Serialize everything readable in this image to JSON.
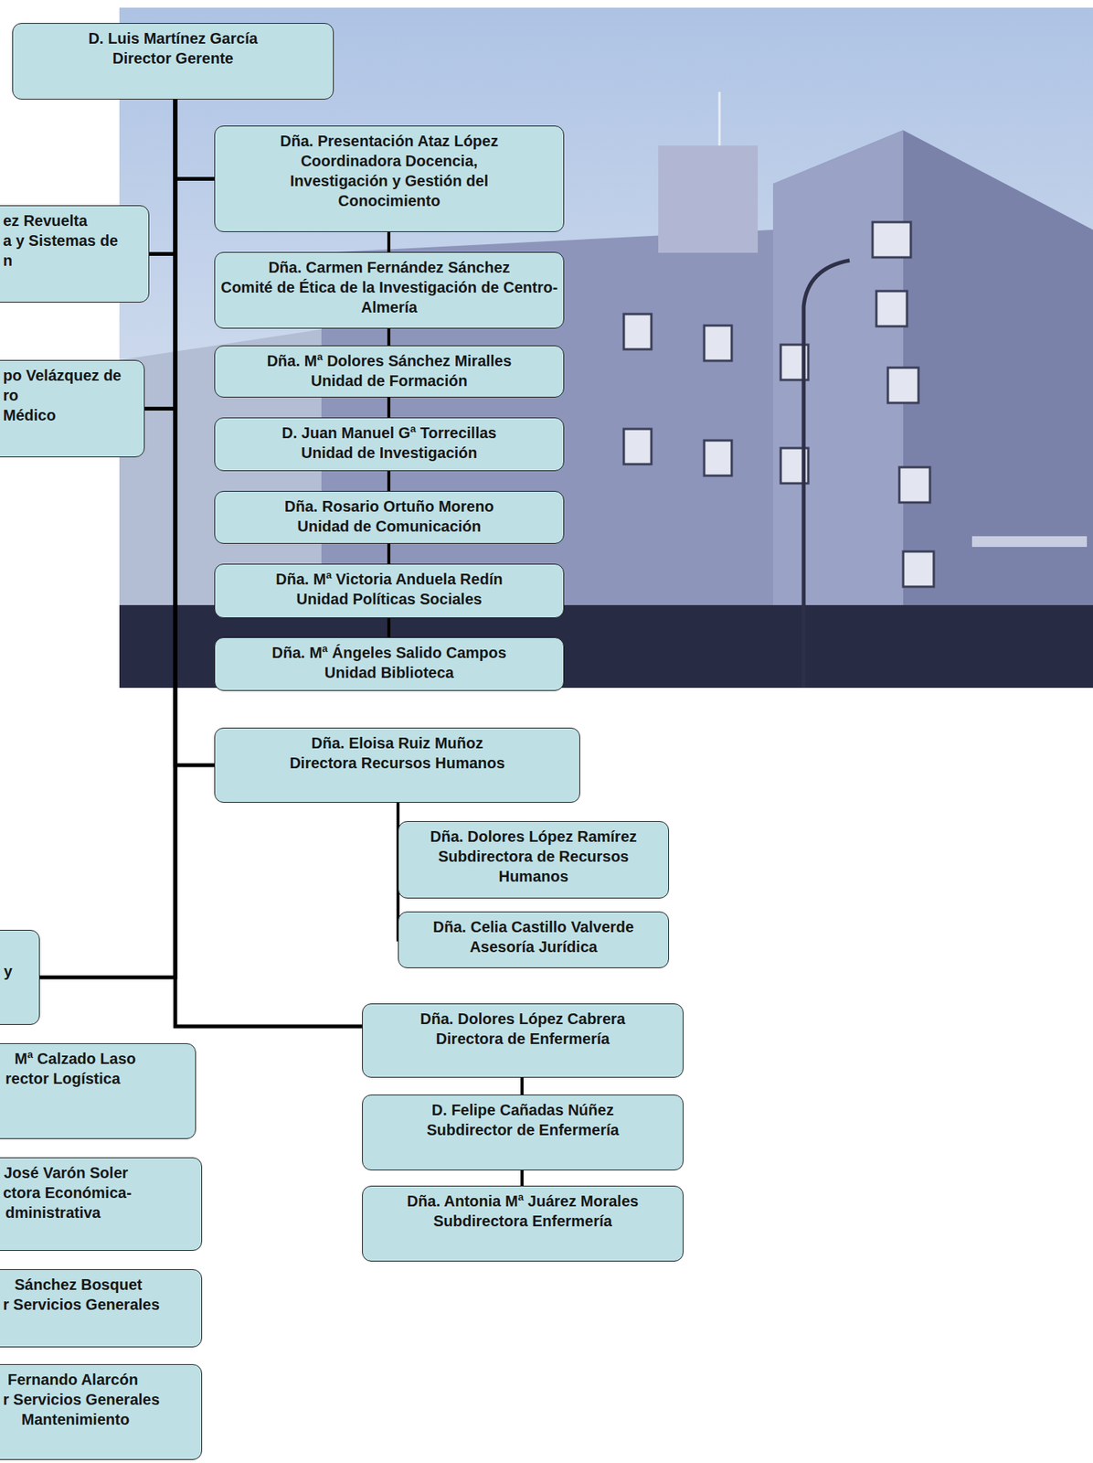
{
  "diagram": {
    "nodes": [
      {
        "text": [
          "D. Luis Martínez García",
          "Director Gerente"
        ]
      },
      {
        "text": [
          "ez Revuelta",
          "a y Sistemas de",
          "n"
        ]
      },
      {
        "text": [
          "po Velázquez de",
          "ro",
          "Médico"
        ]
      },
      {
        "text": [
          "y"
        ]
      },
      {
        "text": [
          "Mª Calzado Laso",
          "rector Logística"
        ]
      },
      {
        "text": [
          "José Varón Soler",
          "ctora Económica-",
          "dministrativa"
        ]
      },
      {
        "text": [
          "Sánchez Bosquet",
          "r Servicios Generales"
        ]
      },
      {
        "text": [
          "Fernando Alarcón",
          "r Servicios Generales",
          "Mantenimiento"
        ]
      },
      {
        "text": [
          "Dña. Presentación Ataz López",
          "Coordinadora Docencia, Investigación y Gestión del Conocimiento"
        ]
      },
      {
        "text": [
          "Dña. Carmen Fernández Sánchez",
          "Comité de Ética de la Investigación de Centro-Almería"
        ]
      },
      {
        "text": [
          "Dña. Mª Dolores Sánchez Miralles",
          "Unidad de Formación"
        ]
      },
      {
        "text": [
          "D. Juan Manuel Gª Torrecillas",
          "Unidad de Investigación"
        ]
      },
      {
        "text": [
          "Dña. Rosario Ortuño Moreno",
          "Unidad de Comunicación"
        ]
      },
      {
        "text": [
          "Dña. Mª Victoria Anduela Redín",
          "Unidad Políticas Sociales"
        ]
      },
      {
        "text": [
          "Dña. Mª Ángeles Salido Campos",
          "Unidad Biblioteca"
        ]
      },
      {
        "text": [
          "Dña. Eloisa Ruiz Muñoz",
          "Directora Recursos Humanos"
        ]
      },
      {
        "text": [
          "Dña. Dolores López Ramírez",
          "Subdirectora de Recursos Humanos"
        ]
      },
      {
        "text": [
          "Dña. Celia Castillo Valverde",
          "Asesoría Jurídica"
        ]
      },
      {
        "text": [
          "Dña. Dolores López Cabrera",
          "Directora de Enfermería"
        ]
      },
      {
        "text": [
          "D. Felipe Cañadas Núñez",
          "Subdirector de Enfermería"
        ]
      },
      {
        "text": [
          "Dña. Antonia Mª Juárez Morales",
          "Subdirectora Enfermería"
        ]
      }
    ],
    "edges": [
      {
        "from": 0,
        "to": 8,
        "arrow": "none"
      },
      {
        "from": 0,
        "to": 1,
        "arrow": "none"
      },
      {
        "from": 0,
        "to": 2,
        "arrow": "none"
      },
      {
        "from": 0,
        "to": 15,
        "arrow": "none"
      },
      {
        "from": 0,
        "to": 3,
        "arrow": "none"
      },
      {
        "from": 0,
        "to": 18,
        "arrow": "none"
      },
      {
        "from": 8,
        "to": 9,
        "arrow": "none"
      },
      {
        "from": 9,
        "to": 10,
        "arrow": "none"
      },
      {
        "from": 10,
        "to": 11,
        "arrow": "none"
      },
      {
        "from": 11,
        "to": 12,
        "arrow": "none"
      },
      {
        "from": 12,
        "to": 13,
        "arrow": "none"
      },
      {
        "from": 13,
        "to": 14,
        "arrow": "none"
      },
      {
        "from": 15,
        "to": 16,
        "arrow": "none"
      },
      {
        "from": 15,
        "to": 17,
        "arrow": "none"
      },
      {
        "from": 18,
        "to": 19,
        "arrow": "none"
      },
      {
        "from": 19,
        "to": 20,
        "arrow": "none"
      }
    ]
  }
}
